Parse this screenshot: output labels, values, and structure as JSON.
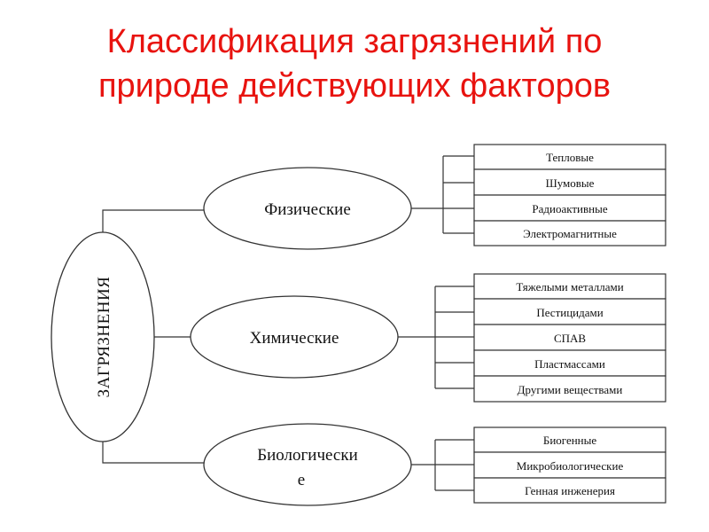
{
  "title": {
    "line1": "Классификация загрязнений по",
    "line2": "природе действующих факторов"
  },
  "diagram": {
    "root": "ЗАГРЯЗНЕНИЯ",
    "categories": [
      {
        "label": "Физические",
        "items": [
          "Тепловые",
          "Шумовые",
          "Радиоактивные",
          "Электромагнитные"
        ]
      },
      {
        "label": "Химические",
        "items": [
          "Тяжелыми металлами",
          "Пестицидами",
          "СПАВ",
          "Пластмассами",
          "Другими веществами"
        ]
      },
      {
        "label_line1": "Биологически",
        "label_line2": "е",
        "items": [
          "Биогенные",
          "Микробиологические",
          "Генная инженерия"
        ]
      }
    ]
  },
  "colors": {
    "title": "#e8130f",
    "stroke": "#333333"
  }
}
